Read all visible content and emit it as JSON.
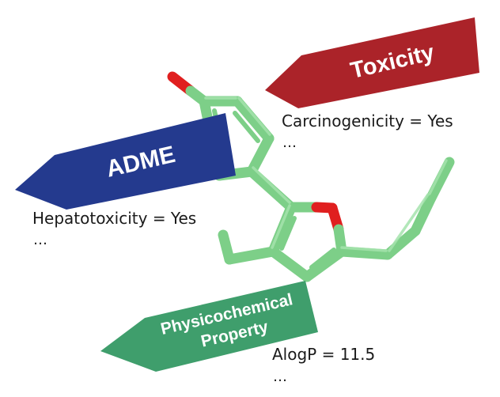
{
  "palette": {
    "bond": "#7dcf88",
    "bond_highlight": "#a5e3ad",
    "bond_shadow": "#5fb36c",
    "oxygen": "#e01f1f",
    "toxicity": "#ab2329",
    "adme": "#243a8e",
    "physicochemical": "#3f9e6c",
    "label_text": "#ffffff"
  },
  "categories": [
    {
      "id": "toxicity",
      "title": "Toxicity",
      "property": "Carcinogenicity = Yes",
      "ellipsis": "…"
    },
    {
      "id": "adme",
      "title": "ADME",
      "property": "Hepatotoxicity = Yes",
      "ellipsis": "…"
    },
    {
      "id": "physicochemical",
      "title_lines": [
        "Physicochemical",
        "Property"
      ],
      "property": "AlogP  = 11.5",
      "ellipsis": "…"
    }
  ]
}
